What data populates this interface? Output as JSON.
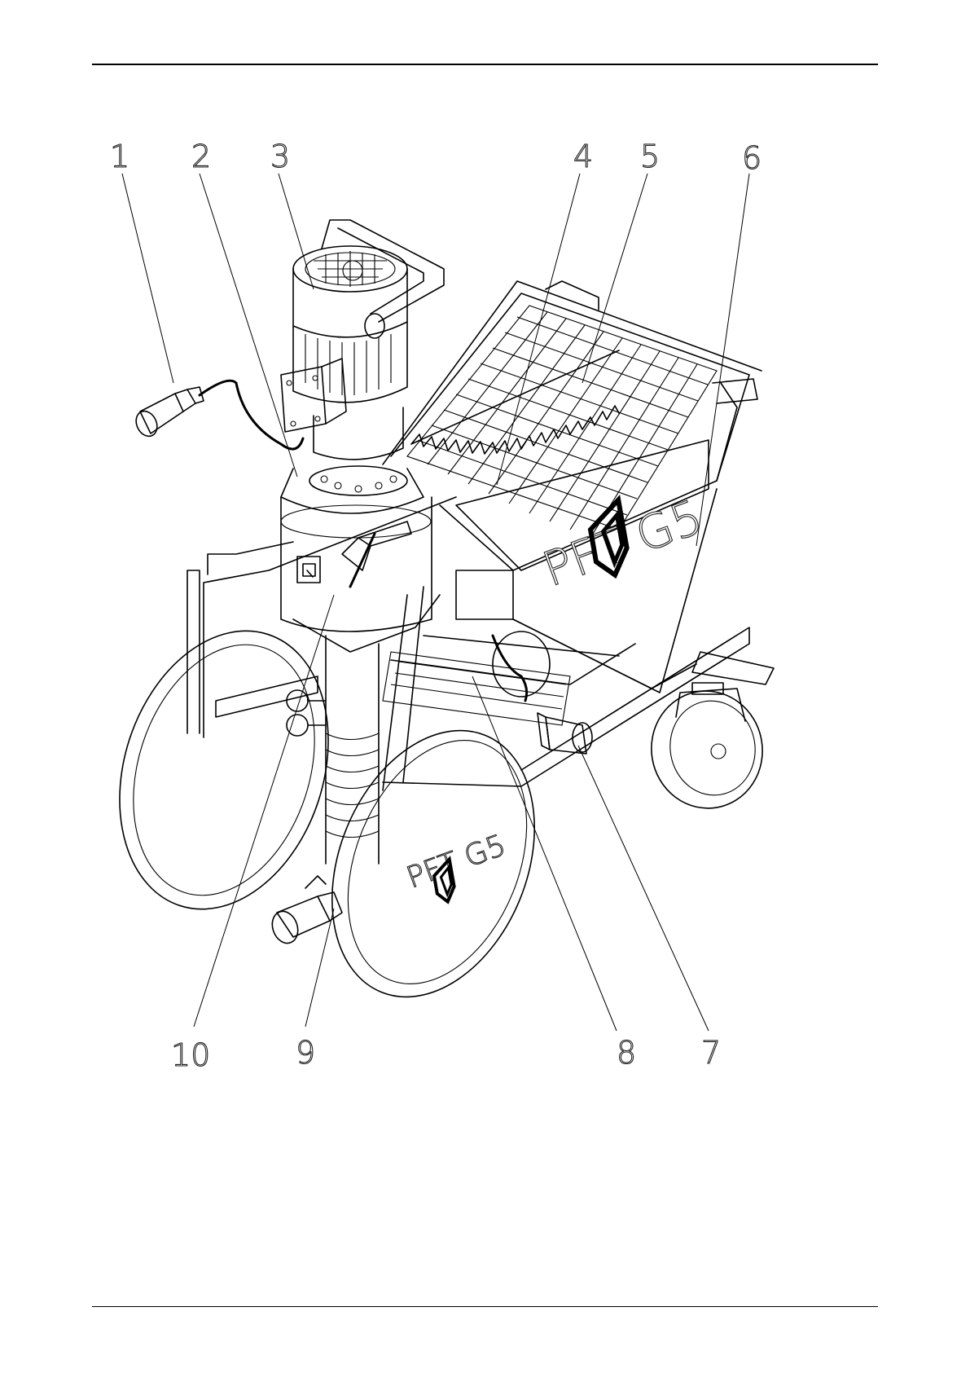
{
  "diagram": {
    "callouts": [
      {
        "id": "1",
        "label": "1"
      },
      {
        "id": "2",
        "label": "2"
      },
      {
        "id": "3",
        "label": "3"
      },
      {
        "id": "4",
        "label": "4"
      },
      {
        "id": "5",
        "label": "5"
      },
      {
        "id": "6",
        "label": "6"
      },
      {
        "id": "7",
        "label": "7"
      },
      {
        "id": "8",
        "label": "8"
      },
      {
        "id": "9",
        "label": "9"
      },
      {
        "id": "10",
        "label": "10"
      }
    ],
    "branding": {
      "hopper_text": "PFT G5",
      "wheel_text": "PFT G5"
    }
  }
}
